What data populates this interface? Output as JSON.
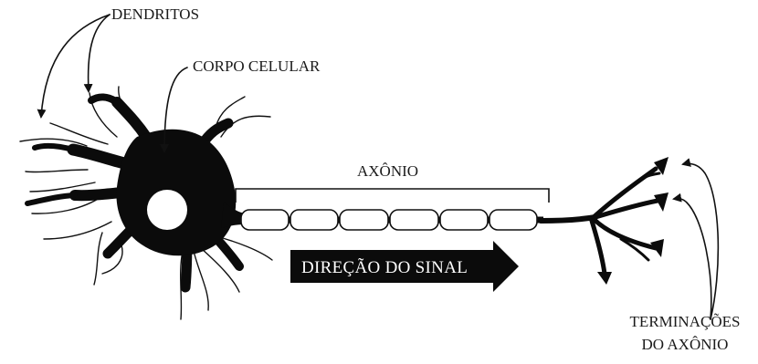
{
  "labels": {
    "dendrites": "DENDRITOS",
    "cell_body": "CORPO CELULAR",
    "axon": "AXÔNIO",
    "signal_direction": "DIREÇÃO DO SINAL",
    "axon_terminals_line1": "TERMINAÇÕES",
    "axon_terminals_line2": "DO AXÔNIO"
  },
  "colors": {
    "neuron": "#0b0b0b",
    "background": "#ffffff",
    "arrow_text": "#ffffff"
  }
}
